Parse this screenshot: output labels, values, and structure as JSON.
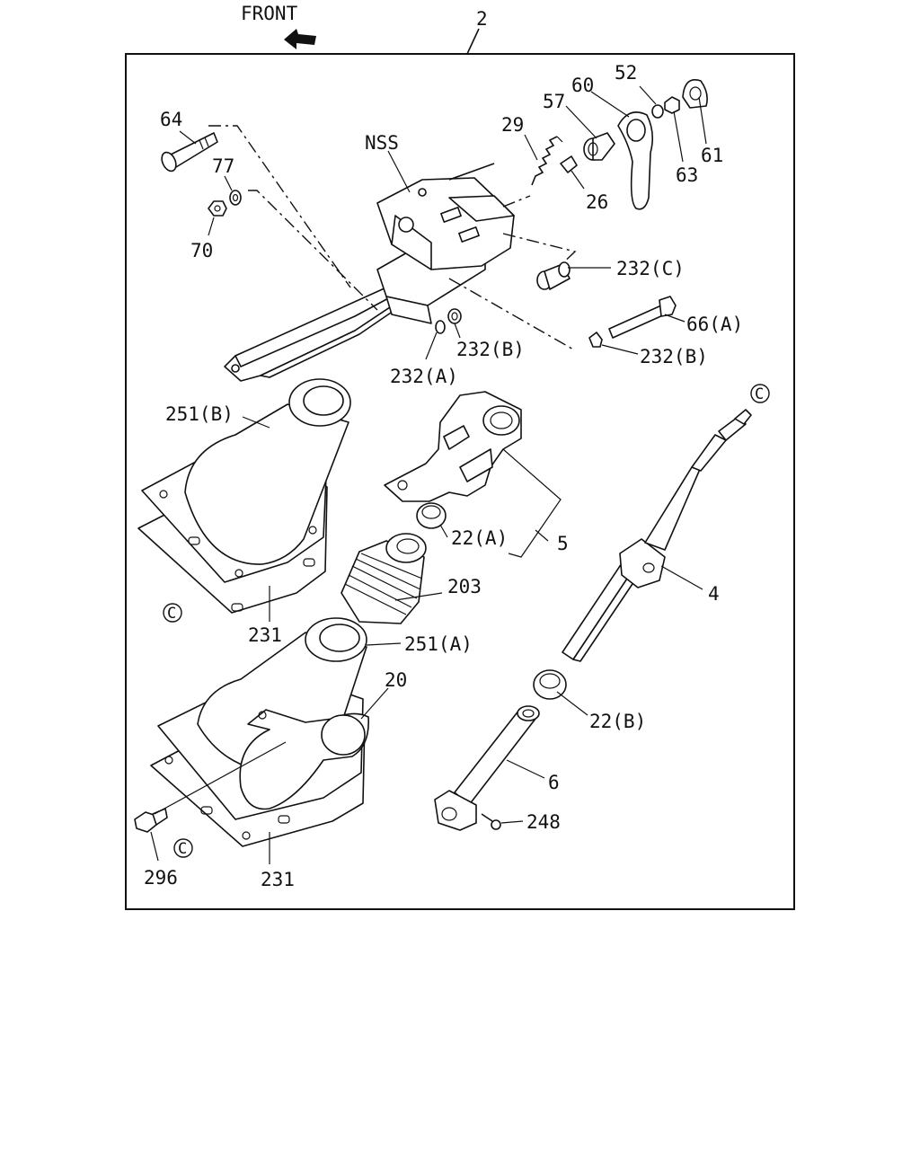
{
  "header": {
    "front_label": "FRONT",
    "assembly_number": "2"
  },
  "callouts": {
    "c64": "64",
    "c77": "77",
    "c70": "70",
    "cNSS": "NSS",
    "c29": "29",
    "c57": "57",
    "c60": "60",
    "c52": "52",
    "c61": "61",
    "c63": "63",
    "c26": "26",
    "c232c": "232(C)",
    "c66a": "66(A)",
    "c232b_1": "232(B)",
    "c232b_2": "232(B)",
    "c232a": "232(A)",
    "c251b": "251(B)",
    "c22a": "22(A)",
    "c5": "5",
    "c203": "203",
    "c4": "4",
    "c231_1": "231",
    "c251a": "251(A)",
    "c20": "20",
    "c22b": "22(B)",
    "c6": "6",
    "c248": "248",
    "c296": "296",
    "c231_2": "231"
  },
  "circle_markers": {
    "m1": "C",
    "m2": "C",
    "m3": "C"
  },
  "icons": [
    "front-arrow-icon"
  ]
}
